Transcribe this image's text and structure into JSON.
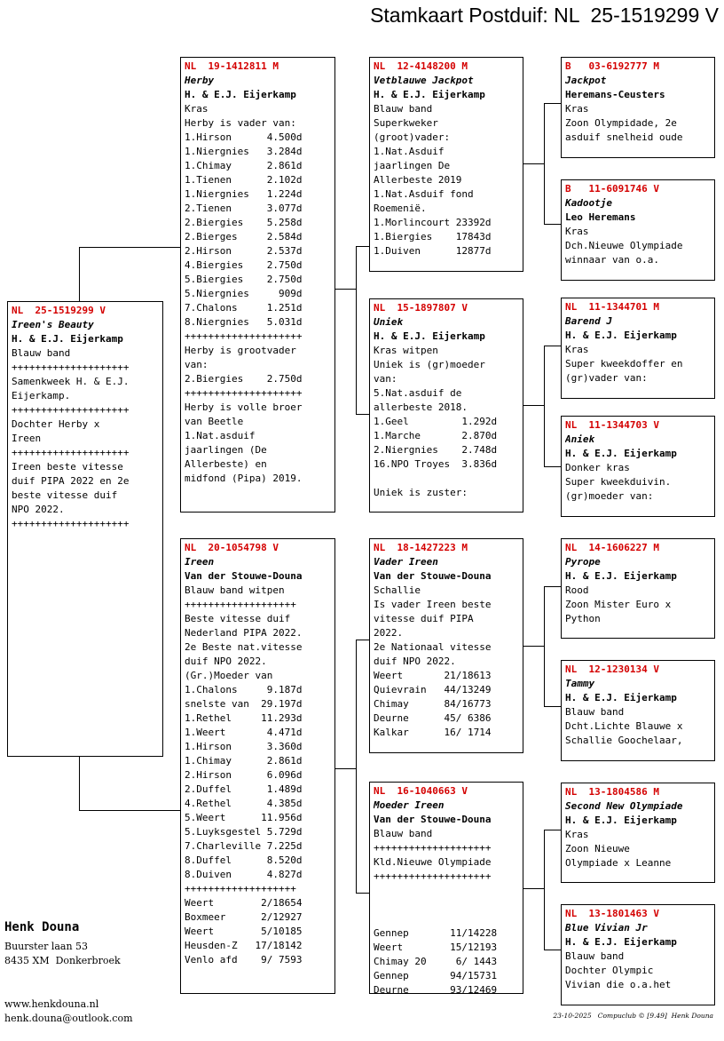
{
  "title": "Stamkaart Postduif: NL  25-1519299 V",
  "owner": {
    "name": "Henk Douna",
    "address1": "Buurster laan 53",
    "address2": "8435 XM  Donkerbroek",
    "website": "www.henkdouna.nl",
    "email": "henk.douna@outlook.com"
  },
  "footer": "23-10-2025   Compuclub © [9.49]  Henk Douna",
  "pigeons": {
    "subject": {
      "ring": "NL  25-1519299 V",
      "name": "Ireen's Beauty",
      "breeder": "H. & E.J. Eijerkamp",
      "lines": [
        "Blauw band",
        "++++++++++++++++++++",
        "Samenkweek H. & E.J.",
        "Eijerkamp.",
        "++++++++++++++++++++",
        "Dochter Herby x",
        "Ireen",
        "++++++++++++++++++++",
        "Ireen beste vitesse",
        "duif PIPA 2022 en 2e",
        "beste vitesse duif",
        "NPO 2022.",
        "++++++++++++++++++++"
      ]
    },
    "father": {
      "ring": "NL  19-1412811 M",
      "name": "Herby",
      "breeder": "H. & E.J. Eijerkamp",
      "lines": [
        "Kras",
        "Herby is vader van:",
        "1.Hirson      4.500d",
        "1.Niergnies   3.284d",
        "1.Chimay      2.861d",
        "1.Tienen      2.102d",
        "1.Niergnies   1.224d",
        "2.Tienen      3.077d",
        "2.Biergies    5.258d",
        "2.Bierges     2.584d",
        "2.Hirson      2.537d",
        "4.Biergies    2.750d",
        "5.Biergies    2.750d",
        "5.Niergnies     909d",
        "7.Chalons     1.251d",
        "8.Niergnies   5.031d",
        "++++++++++++++++++++",
        "Herby is grootvader",
        "van:",
        "2.Biergies    2.750d",
        "++++++++++++++++++++",
        "Herby is volle broer",
        "van Beetle",
        "1.Nat.asduif",
        "jaarlingen (De",
        "Allerbeste) en",
        "midfond (Pipa) 2019."
      ]
    },
    "mother": {
      "ring": "NL  20-1054798 V",
      "name": "Ireen",
      "breeder": "Van der Stouwe-Douna",
      "lines": [
        "Blauw band witpen",
        "+++++++++++++++++++",
        "Beste vitesse duif",
        "Nederland PIPA 2022.",
        "2e Beste nat.vitesse",
        "duif NPO 2022.",
        "(Gr.)Moeder van",
        "1.Chalons     9.187d",
        "snelste van  29.197d",
        "1.Rethel     11.293d",
        "1.Weert       4.471d",
        "1.Hirson      3.360d",
        "1.Chimay      2.861d",
        "2.Hirson      6.096d",
        "2.Duffel      1.489d",
        "4.Rethel      4.385d",
        "5.Weert      11.956d",
        "5.Luyksgestel 5.729d",
        "7.Charleville 7.225d",
        "8.Duffel      8.520d",
        "8.Duiven      4.827d",
        "+++++++++++++++++++",
        "Weert        2/18654",
        "Boxmeer      2/12927",
        "Weert        5/10185",
        "Heusden-Z   17/18142",
        "Venlo afd    9/ 7593"
      ]
    },
    "ff": {
      "ring": "NL  12-4148200 M",
      "name": "Vetblauwe Jackpot",
      "breeder": "H. & E.J. Eijerkamp",
      "lines": [
        "Blauw band",
        "Superkweker",
        "(groot)vader:",
        "1.Nat.Asduif",
        "jaarlingen De",
        "Allerbeste 2019",
        "1.Nat.Asduif fond",
        "Roemenië.",
        "1.Morlincourt 23392d",
        "1.Biergies    17843d",
        "1.Duiven      12877d"
      ]
    },
    "fm": {
      "ring": "NL  15-1897807 V",
      "name": "Uniek",
      "breeder": "H. & E.J. Eijerkamp",
      "lines": [
        "Kras witpen",
        "Uniek is (gr)moeder",
        "van:",
        "5.Nat.asduif de",
        "allerbeste 2018.",
        "1.Geel         1.292d",
        "1.Marche       2.870d",
        "2.Niergnies    2.748d",
        "16.NPO Troyes  3.836d",
        "",
        "Uniek is zuster:"
      ]
    },
    "mf": {
      "ring": "NL  18-1427223 M",
      "name": "Vader Ireen",
      "breeder": "Van der Stouwe-Douna",
      "lines": [
        "Schallie",
        "Is vader Ireen beste",
        "vitesse duif PIPA",
        "2022.",
        "2e Nationaal vitesse",
        "duif NPO 2022.",
        "Weert       21/18613",
        "Quievrain   44/13249",
        "Chimay      84/16773",
        "Deurne      45/ 6386",
        "Kalkar      16/ 1714"
      ]
    },
    "mm": {
      "ring": "NL  16-1040663 V",
      "name": "Moeder Ireen",
      "breeder": "Van der Stouwe-Douna",
      "lines": [
        "Blauw band",
        "++++++++++++++++++++",
        "Kld.Nieuwe Olympiade",
        "++++++++++++++++++++",
        "",
        "",
        "",
        "Gennep       11/14228",
        "Weert        15/12193",
        "Chimay 20     6/ 1443",
        "Gennep       94/15731",
        "Deurne       93/12469"
      ]
    },
    "fff": {
      "ring": "B   03-6192777 M",
      "name": "Jackpot",
      "breeder": "Heremans-Ceusters",
      "lines": [
        "Kras",
        "Zoon Olympidade, 2e",
        "asduif snelheid oude"
      ]
    },
    "ffm": {
      "ring": "B   11-6091746 V",
      "name": "Kadootje",
      "breeder": "Leo Heremans",
      "lines": [
        "Kras",
        "Dch.Nieuwe Olympiade",
        "winnaar van o.a."
      ]
    },
    "fmf": {
      "ring": "NL  11-1344701 M",
      "name": "Barend J",
      "breeder": "H. & E.J. Eijerkamp",
      "lines": [
        "Kras",
        "Super kweekdoffer en",
        "(gr)vader van:"
      ]
    },
    "fmm": {
      "ring": "NL  11-1344703 V",
      "name": "Aniek",
      "breeder": "H. & E.J. Eijerkamp",
      "lines": [
        "Donker kras",
        "Super kweekduivin.",
        "(gr)moeder van:"
      ]
    },
    "mff": {
      "ring": "NL  14-1606227 M",
      "name": "Pyrope",
      "breeder": "H. & E.J. Eijerkamp",
      "lines": [
        "Rood",
        "Zoon Mister Euro x",
        "Python"
      ]
    },
    "mfm": {
      "ring": "NL  12-1230134 V",
      "name": "Tammy",
      "breeder": "H. & E.J. Eijerkamp",
      "lines": [
        "Blauw band",
        "Dcht.Lichte Blauwe x",
        "Schallie Goochelaar,"
      ]
    },
    "mmf": {
      "ring": "NL  13-1804586 M",
      "name": "Second New Olympiade",
      "breeder": "H. & E.J. Eijerkamp",
      "lines": [
        "Kras",
        "Zoon Nieuwe",
        "Olympiade x Leanne"
      ]
    },
    "mmm": {
      "ring": "NL  13-1801463 V",
      "name": "Blue Vivian Jr",
      "breeder": "H. & E.J. Eijerkamp",
      "lines": [
        "Blauw band",
        "Dochter Olympic",
        "Vivian die o.a.het"
      ]
    }
  }
}
